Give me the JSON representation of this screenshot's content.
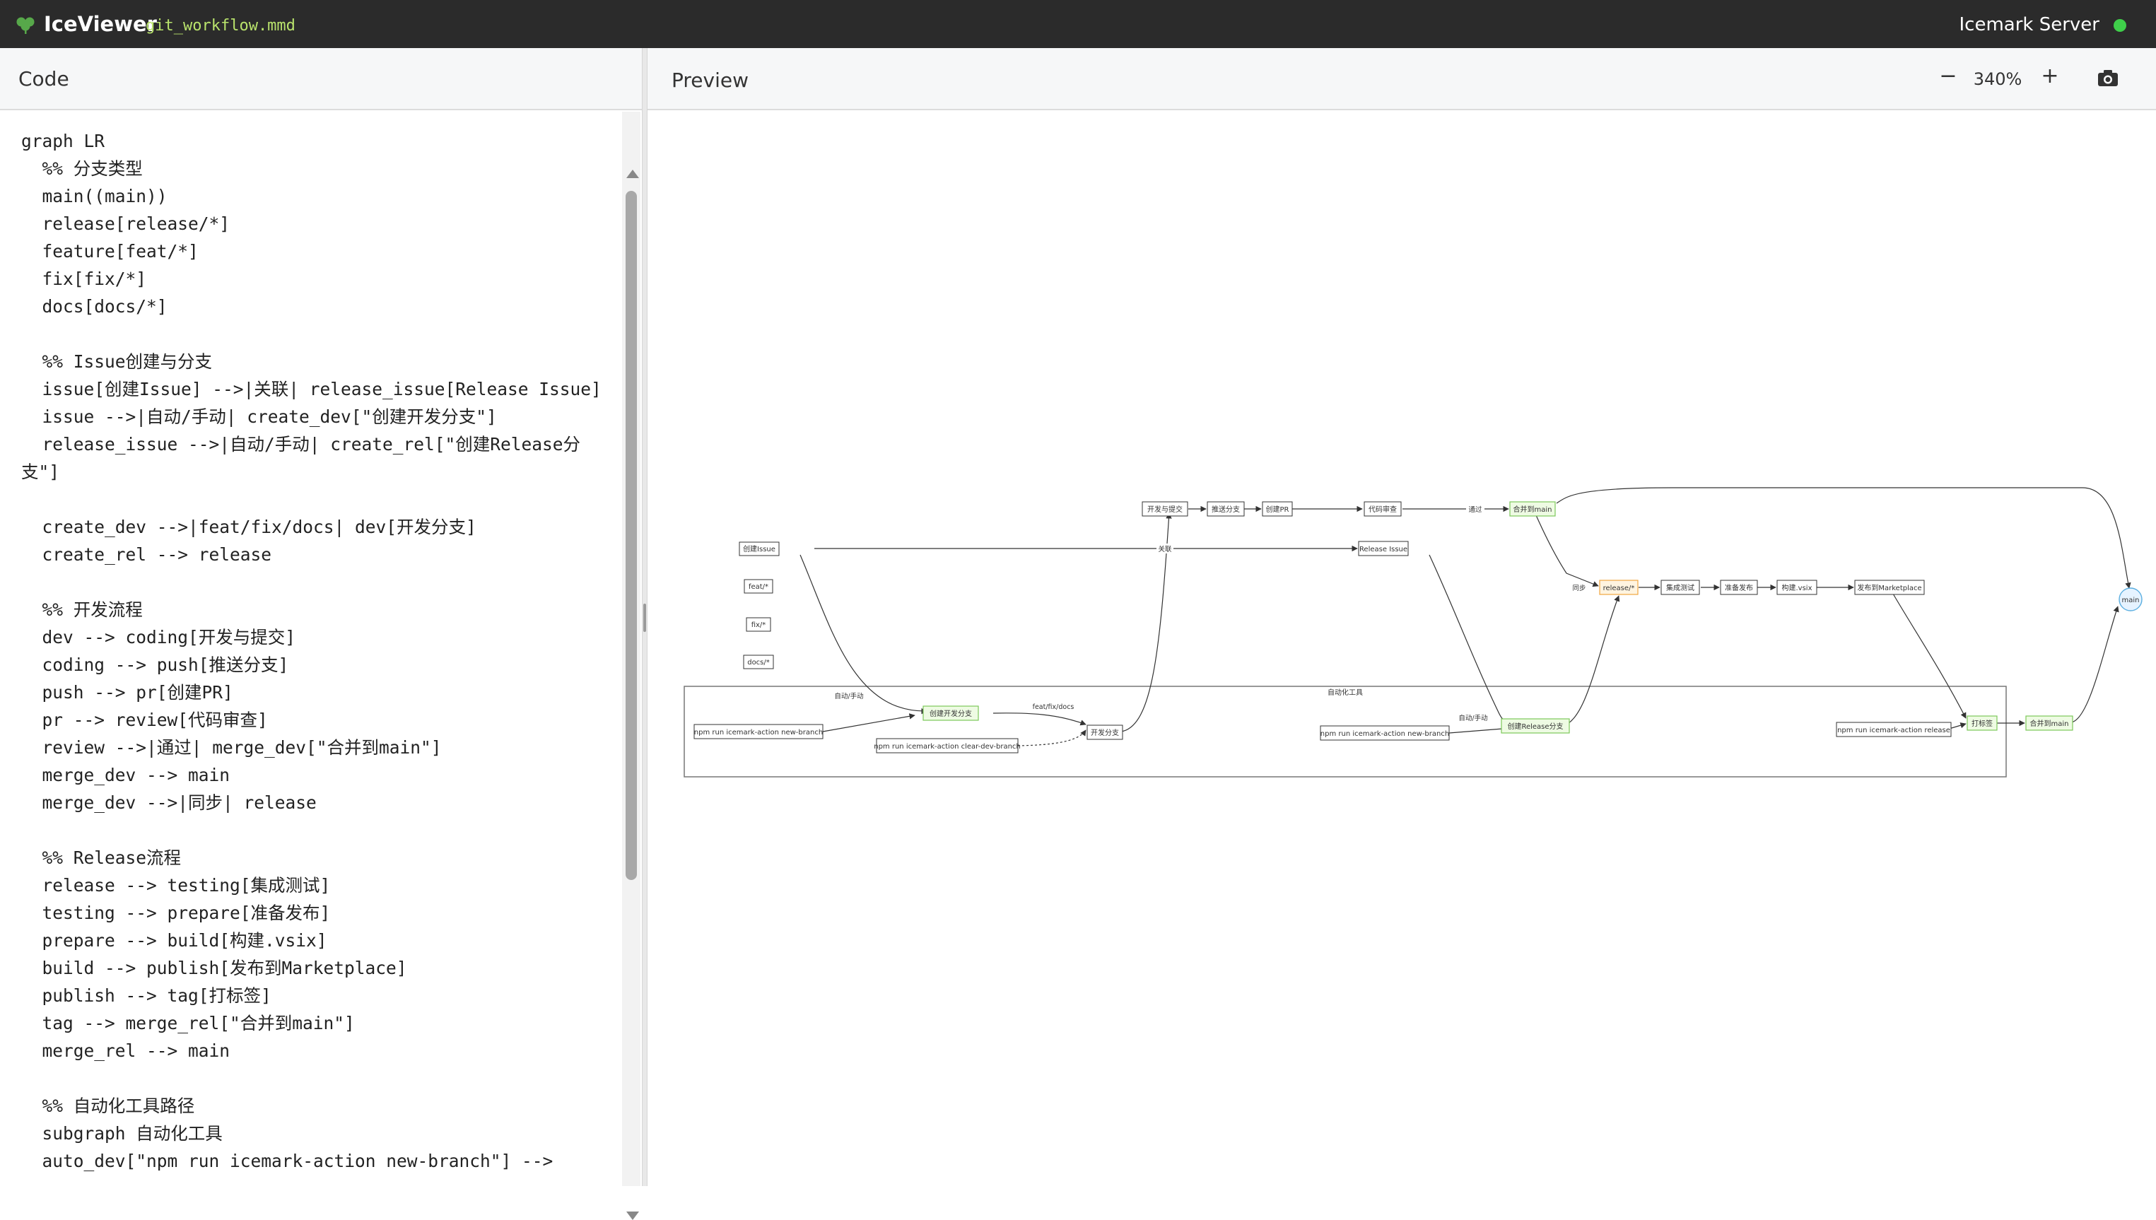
{
  "titlebar": {
    "app_name": "IceViewer",
    "file_name": "git_workflow.mmd",
    "server_name": "Icemark Server",
    "server_status_color": "#3fcf4a"
  },
  "code_pane": {
    "title": "Code",
    "lines": [
      "graph LR",
      "  %% 分支类型",
      "  main((main))",
      "  release[release/*]",
      "  feature[feat/*]",
      "  fix[fix/*]",
      "  docs[docs/*]",
      "",
      "  %% Issue创建与分支",
      "  issue[创建Issue] -->|关联| release_issue[Release Issue]",
      "  issue -->|自动/手动| create_dev[\"创建开发分支\"]",
      "  release_issue -->|自动/手动| create_rel[\"创建Release分",
      "支\"]",
      "",
      "  create_dev -->|feat/fix/docs| dev[开发分支]",
      "  create_rel --> release",
      "",
      "  %% 开发流程",
      "  dev --> coding[开发与提交]",
      "  coding --> push[推送分支]",
      "  push --> pr[创建PR]",
      "  pr --> review[代码审查]",
      "  review -->|通过| merge_dev[\"合并到main\"]",
      "  merge_dev --> main",
      "  merge_dev -->|同步| release",
      "",
      "  %% Release流程",
      "  release --> testing[集成测试]",
      "  testing --> prepare[准备发布]",
      "  prepare --> build[构建.vsix]",
      "  build --> publish[发布到Marketplace]",
      "  publish --> tag[打标签]",
      "  tag --> merge_rel[\"合并到main\"]",
      "  merge_rel --> main",
      "",
      "  %% 自动化工具路径",
      "  subgraph 自动化工具",
      "  auto_dev[\"npm run icemark-action new-branch\"] -->"
    ]
  },
  "preview_pane": {
    "title": "Preview",
    "zoom_out_label": "−",
    "zoom_level": "340%",
    "zoom_in_label": "+",
    "camera_icon": "camera-icon"
  },
  "diagram": {
    "subgraph_title": "自动化工具",
    "nodes": {
      "issue": "创建Issue",
      "feat": "feat/*",
      "fix": "fix/*",
      "docs": "docs/*",
      "coding": "开发与提交",
      "push": "推送分支",
      "pr": "创建PR",
      "review": "代码审查",
      "merge_dev": "合并到main",
      "release_issue": "Release Issue",
      "release": "release/*",
      "testing": "集成测试",
      "prepare": "准备发布",
      "build": "构建.vsix",
      "publish": "发布到Marketplace",
      "main": "main",
      "auto_dev": "npm run icemark-action new-branch",
      "auto_clear": "npm run icemark-action clear-dev-branch",
      "create_dev": "创建开发分支",
      "dev": "开发分支",
      "auto_rel": "npm run icemark-action new-branch",
      "create_rel": "创建Release分支",
      "auto_release": "npm run icemark-action release",
      "tag": "打标签",
      "merge_rel": "合并到main"
    },
    "edge_labels": {
      "link": "关联",
      "auto_manual_dev": "自动/手动",
      "branch_types": "feat/fix/docs",
      "pass": "通过",
      "sync": "同步",
      "auto_manual_rel": "自动/手动"
    },
    "colors": {
      "node_fill": "#ffffff",
      "node_stroke": "#333333",
      "green_fill": "#eefbe3",
      "green_stroke": "#7cc85a",
      "orange_fill": "#fff4e0",
      "orange_stroke": "#f0a640",
      "main_fill": "#e6f3ff",
      "main_stroke": "#5aaee0",
      "subgraph_stroke": "#777777"
    }
  }
}
